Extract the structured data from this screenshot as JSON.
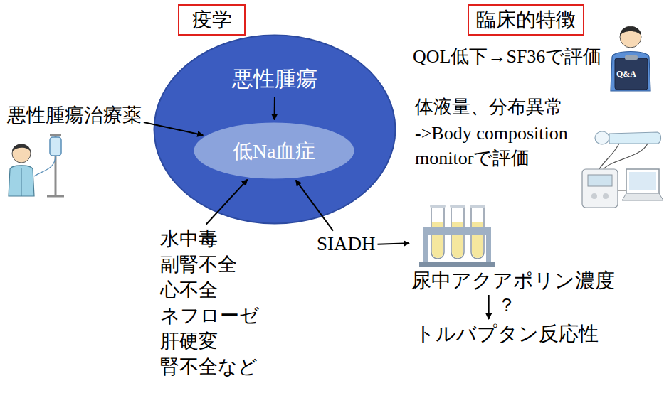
{
  "diagram": {
    "nodes": [
      {
        "text": [
          "疫学"
        ]
      },
      {
        "text": [
          "臨床的特徴"
        ]
      },
      {
        "text": [
          "悪性腫瘍"
        ]
      },
      {
        "text": [
          "低Na血症"
        ],
        "in": 2
      },
      {
        "text": [
          "悪性腫瘍治療薬"
        ]
      },
      {
        "text": [
          "SIADH"
        ]
      },
      {
        "text": [
          "水中毒",
          "副腎不全",
          "心不全",
          "ネフローゼ",
          "肝硬変",
          "腎不全など"
        ]
      },
      {
        "text": [
          "尿中アクアポリン濃度"
        ]
      },
      {
        "text": [
          "トルバプタン反応性"
        ]
      }
    ],
    "edges": [
      {
        "from": 2,
        "to": 3,
        "arrow": "to"
      },
      {
        "from": 4,
        "to": 3,
        "arrow": "to"
      },
      {
        "from": 6,
        "to": 3,
        "arrow": "to"
      },
      {
        "from": 5,
        "to": 3,
        "arrow": "to"
      },
      {
        "from": 5,
        "to": 7,
        "arrow": "to"
      },
      {
        "from": 7,
        "to": 8,
        "label": "？",
        "arrow": "to"
      }
    ],
    "labels": [
      "QOL低下→SF36で評価",
      "Q&A",
      "体液量、分布異常",
      "->Body composition monitorで評価"
    ]
  }
}
